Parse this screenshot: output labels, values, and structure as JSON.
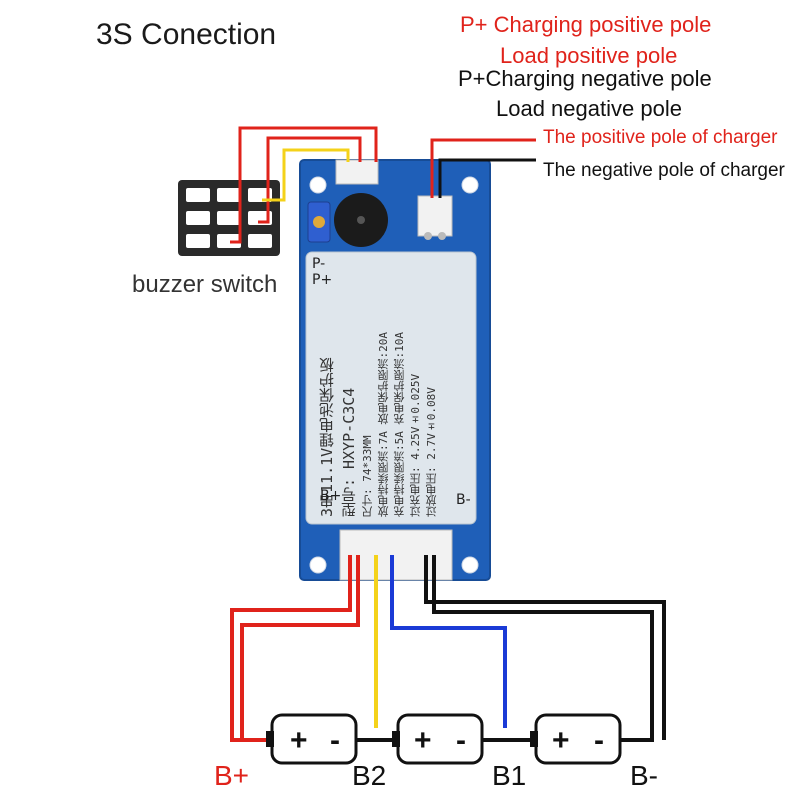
{
  "diagram": {
    "title": "3S Conection",
    "top_labels": {
      "p_plus_charging": "P+ Charging positive pole",
      "load_positive": "Load positive pole",
      "p_plus_charging_neg": "P+Charging negative pole",
      "load_negative": "Load negative pole",
      "charger_positive": "The positive pole of charger",
      "charger_negative": "The negative pole of charger"
    },
    "buzzer_switch_label": "buzzer switch",
    "board": {
      "model_line": "3串11.1V锂电池保护板",
      "model_no": "型号: HXYP-C3C4",
      "size": "尺寸: 74*33MM",
      "discharge": "放电持续限流:7A 放电保护限流:20A",
      "charge": "充电持续限流:5A 充电保护限流:10A",
      "overcharge": "过充电压: 4.25V±0.025V",
      "overdischarge": "过放电压: 2.7V±0.08V",
      "pin_p_minus": "P-",
      "pin_p_plus": "P+",
      "pin_b_minus": "B-",
      "pin_b_plus": "B+"
    },
    "cell_symbols": {
      "plus": "+",
      "minus": "-"
    },
    "bottom_labels": {
      "b_plus": "B+",
      "b2": "B2",
      "b1": "B1",
      "b_minus": "B-"
    },
    "colors": {
      "red_wire": "#e0231b",
      "yellow_wire": "#f4d21a",
      "blue_wire": "#1a3ad6",
      "black_wire": "#111111",
      "board_pcb": "#1f5fb8",
      "label_red": "#e0231b"
    }
  }
}
